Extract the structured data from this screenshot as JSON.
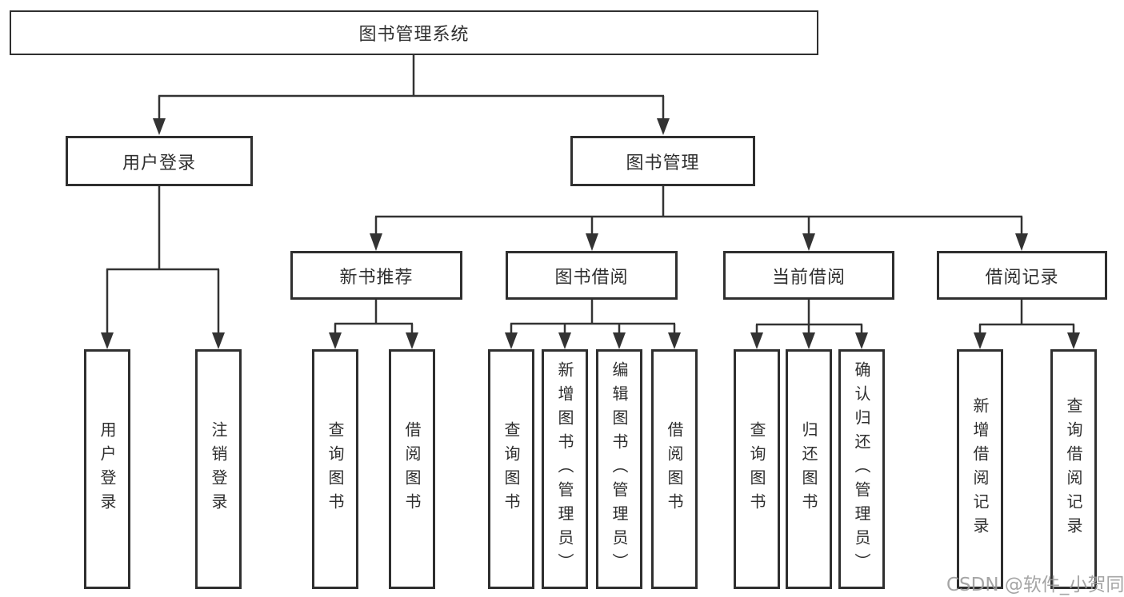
{
  "diagram": {
    "type": "hierarchy-tree",
    "tree": {
      "label": "图书管理系统",
      "children": [
        {
          "label": "用户登录",
          "children": [
            {
              "label": "用户登录"
            },
            {
              "label": "注销登录"
            }
          ]
        },
        {
          "label": "图书管理",
          "children": [
            {
              "label": "新书推荐",
              "children": [
                {
                  "label": "查询图书"
                },
                {
                  "label": "借阅图书"
                }
              ]
            },
            {
              "label": "图书借阅",
              "children": [
                {
                  "label": "查询图书"
                },
                {
                  "label": "新增图书（管理员）"
                },
                {
                  "label": "编辑图书（管理员）"
                },
                {
                  "label": "借阅图书"
                }
              ]
            },
            {
              "label": "当前借阅",
              "children": [
                {
                  "label": "查询图书"
                },
                {
                  "label": "归还图书"
                },
                {
                  "label": "确认归还（管理员）"
                }
              ]
            },
            {
              "label": "借阅记录",
              "children": [
                {
                  "label": "新增借阅记录"
                },
                {
                  "label": "查询借阅记录"
                }
              ]
            }
          ]
        }
      ]
    },
    "colors": {
      "line": "#333333",
      "box_border": "#2f2f2f",
      "text": "#2f2f2f",
      "background": "#ffffff",
      "watermark": "#989898"
    }
  },
  "watermark": {
    "text": "CSDN @软件_小贺同学"
  }
}
